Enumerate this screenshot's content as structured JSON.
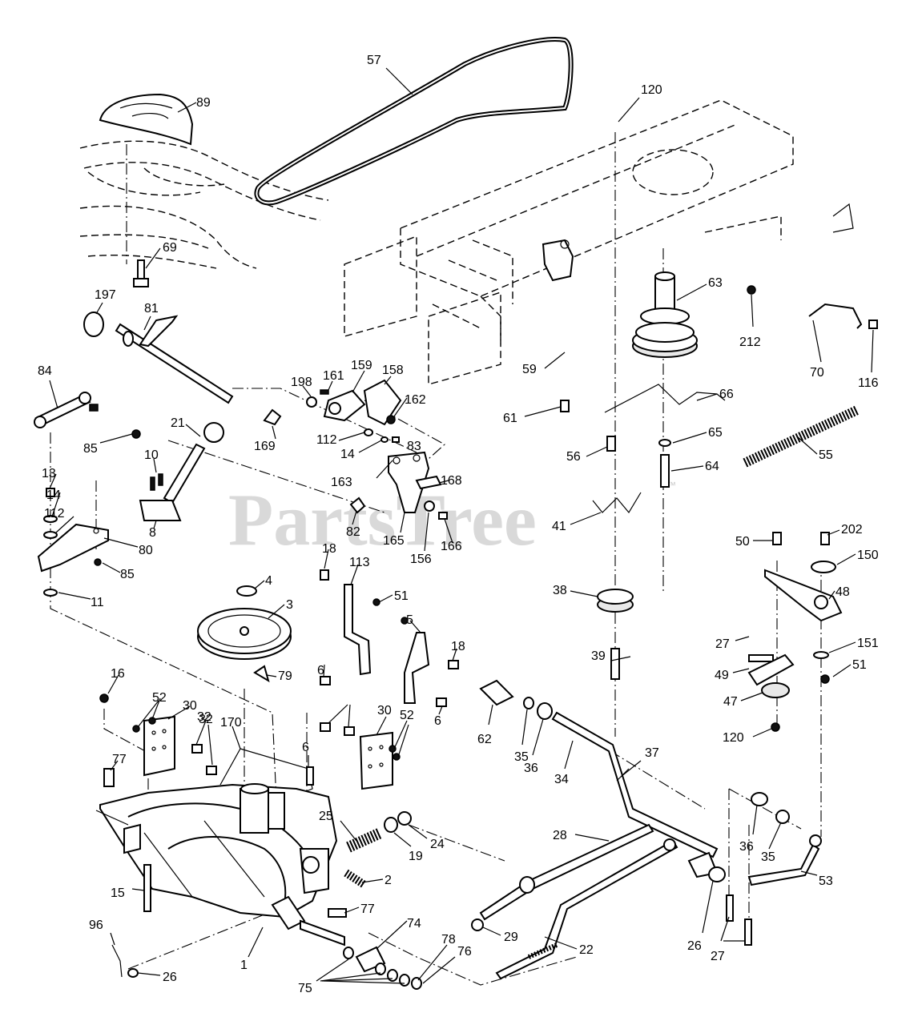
{
  "watermark": {
    "text": "PartsTree",
    "mark": "™"
  },
  "callouts": [
    {
      "label": "57"
    },
    {
      "label": "89"
    },
    {
      "label": "120"
    },
    {
      "label": "69"
    },
    {
      "label": "197"
    },
    {
      "label": "81"
    },
    {
      "label": "84"
    },
    {
      "label": "85"
    },
    {
      "label": "21"
    },
    {
      "label": "10"
    },
    {
      "label": "13"
    },
    {
      "label": "14"
    },
    {
      "label": "112"
    },
    {
      "label": "80"
    },
    {
      "label": "85"
    },
    {
      "label": "11"
    },
    {
      "label": "8"
    },
    {
      "label": "198"
    },
    {
      "label": "161"
    },
    {
      "label": "159"
    },
    {
      "label": "158"
    },
    {
      "label": "162"
    },
    {
      "label": "169"
    },
    {
      "label": "112"
    },
    {
      "label": "14"
    },
    {
      "label": "83"
    },
    {
      "label": "163"
    },
    {
      "label": "168"
    },
    {
      "label": "82"
    },
    {
      "label": "165"
    },
    {
      "label": "156"
    },
    {
      "label": "166"
    },
    {
      "label": "63"
    },
    {
      "label": "212"
    },
    {
      "label": "70"
    },
    {
      "label": "116"
    },
    {
      "label": "59"
    },
    {
      "label": "66"
    },
    {
      "label": "61"
    },
    {
      "label": "65"
    },
    {
      "label": "56"
    },
    {
      "label": "64"
    },
    {
      "label": "55"
    },
    {
      "label": "41"
    },
    {
      "label": "50"
    },
    {
      "label": "202"
    },
    {
      "label": "150"
    },
    {
      "label": "48"
    },
    {
      "label": "38"
    },
    {
      "label": "27"
    },
    {
      "label": "151"
    },
    {
      "label": "51"
    },
    {
      "label": "39"
    },
    {
      "label": "49"
    },
    {
      "label": "47"
    },
    {
      "label": "120"
    },
    {
      "label": "4"
    },
    {
      "label": "3"
    },
    {
      "label": "18"
    },
    {
      "label": "113"
    },
    {
      "label": "51"
    },
    {
      "label": "5"
    },
    {
      "label": "6"
    },
    {
      "label": "18"
    },
    {
      "label": "79"
    },
    {
      "label": "6"
    },
    {
      "label": "16"
    },
    {
      "label": "52"
    },
    {
      "label": "30"
    },
    {
      "label": "32"
    },
    {
      "label": "170"
    },
    {
      "label": "32"
    },
    {
      "label": "30"
    },
    {
      "label": "52"
    },
    {
      "label": "62"
    },
    {
      "label": "35"
    },
    {
      "label": "36"
    },
    {
      "label": "34"
    },
    {
      "label": "37"
    },
    {
      "label": "77"
    },
    {
      "label": "6"
    },
    {
      "label": "25"
    },
    {
      "label": "19"
    },
    {
      "label": "24"
    },
    {
      "label": "28"
    },
    {
      "label": "36"
    },
    {
      "label": "35"
    },
    {
      "label": "53"
    },
    {
      "label": "15"
    },
    {
      "label": "2"
    },
    {
      "label": "77"
    },
    {
      "label": "74"
    },
    {
      "label": "29"
    },
    {
      "label": "22"
    },
    {
      "label": "26"
    },
    {
      "label": "27"
    },
    {
      "label": "96"
    },
    {
      "label": "26"
    },
    {
      "label": "1"
    },
    {
      "label": "78"
    },
    {
      "label": "76"
    },
    {
      "label": "75"
    }
  ]
}
